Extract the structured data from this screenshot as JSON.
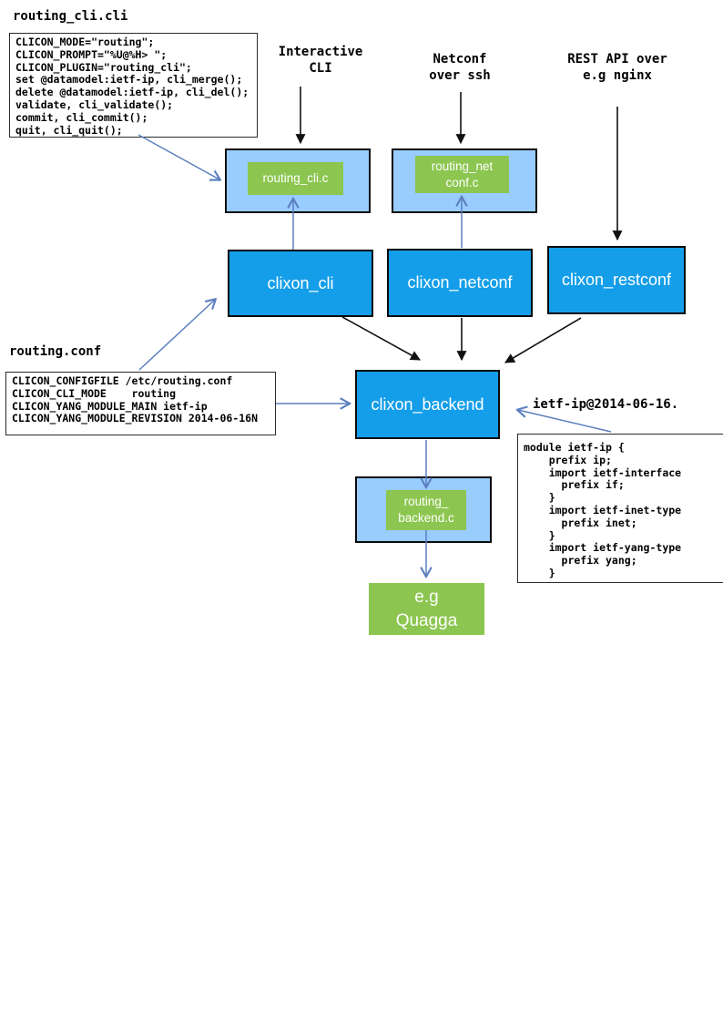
{
  "colors": {
    "node_blue": "#149ee9",
    "container_lightblue": "#99ccff",
    "plugin_green": "#8cc650",
    "arrow_blue": "#5b7fc0",
    "arrow_black": "#111111"
  },
  "files": {
    "routing_cli": {
      "title": "routing_cli.cli",
      "lines": [
        "CLICON_MODE=\"routing\";",
        "CLICON_PROMPT=\"%U@%H> \";",
        "CLICON_PLUGIN=\"routing_cli\";",
        "set @datamodel:ietf-ip, cli_merge();",
        "delete @datamodel:ietf-ip, cli_del();",
        "validate, cli_validate();",
        "commit, cli_commit();",
        "quit, cli_quit();"
      ]
    },
    "routing_conf": {
      "title": "routing.conf",
      "lines": [
        "CLICON_CONFIGFILE /etc/routing.conf",
        "CLICON_CLI_MODE    routing",
        "CLICON_YANG_MODULE_MAIN ietf-ip",
        "CLICON_YANG_MODULE_REVISION 2014-06-16N"
      ]
    },
    "yang": {
      "title": "ietf-ip@2014-06-16.",
      "lines": [
        "module ietf-ip {",
        "    prefix ip;",
        "    import ietf-interface",
        "      prefix if;",
        "    }",
        "    import ietf-inet-type",
        "      prefix inet;",
        "    }",
        "    import ietf-yang-type",
        "      prefix yang;",
        "    }"
      ]
    }
  },
  "labels": {
    "interactive_cli": "Interactive\nCLI",
    "netconf_ssh": "Netconf\nover ssh",
    "rest_api": "REST API over\ne.g nginx"
  },
  "nodes": {
    "clixon_cli": "clixon_cli",
    "clixon_netconf": "clixon_netconf",
    "clixon_restconf": "clixon_restconf",
    "clixon_backend": "clixon_backend",
    "routing_cli_c": "routing_cli.c",
    "routing_netconf_c": "routing_net\nconf.c",
    "routing_backend_c": "routing_\nbackend.c",
    "quagga": "e.g\nQuagga"
  }
}
